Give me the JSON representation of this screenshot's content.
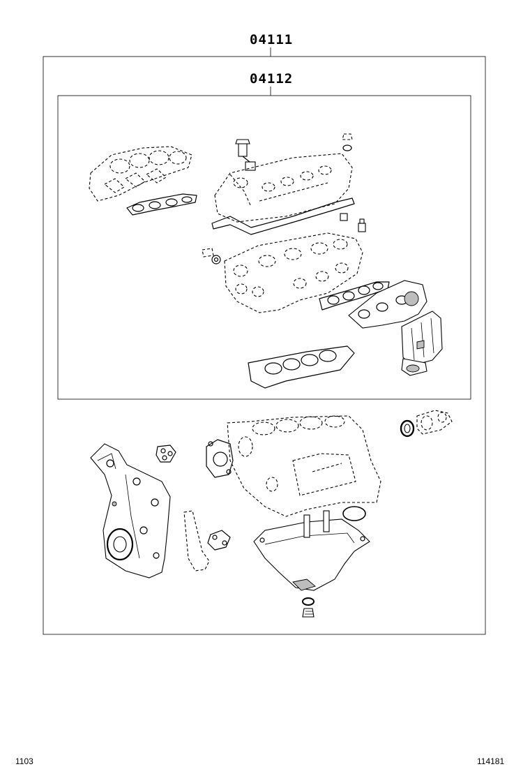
{
  "labels": {
    "outer_code": "04111",
    "inner_code": "04112"
  },
  "footer": {
    "left_code": "1103",
    "right_code": "114181"
  },
  "colors": {
    "line": "#000000",
    "background": "#ffffff"
  }
}
